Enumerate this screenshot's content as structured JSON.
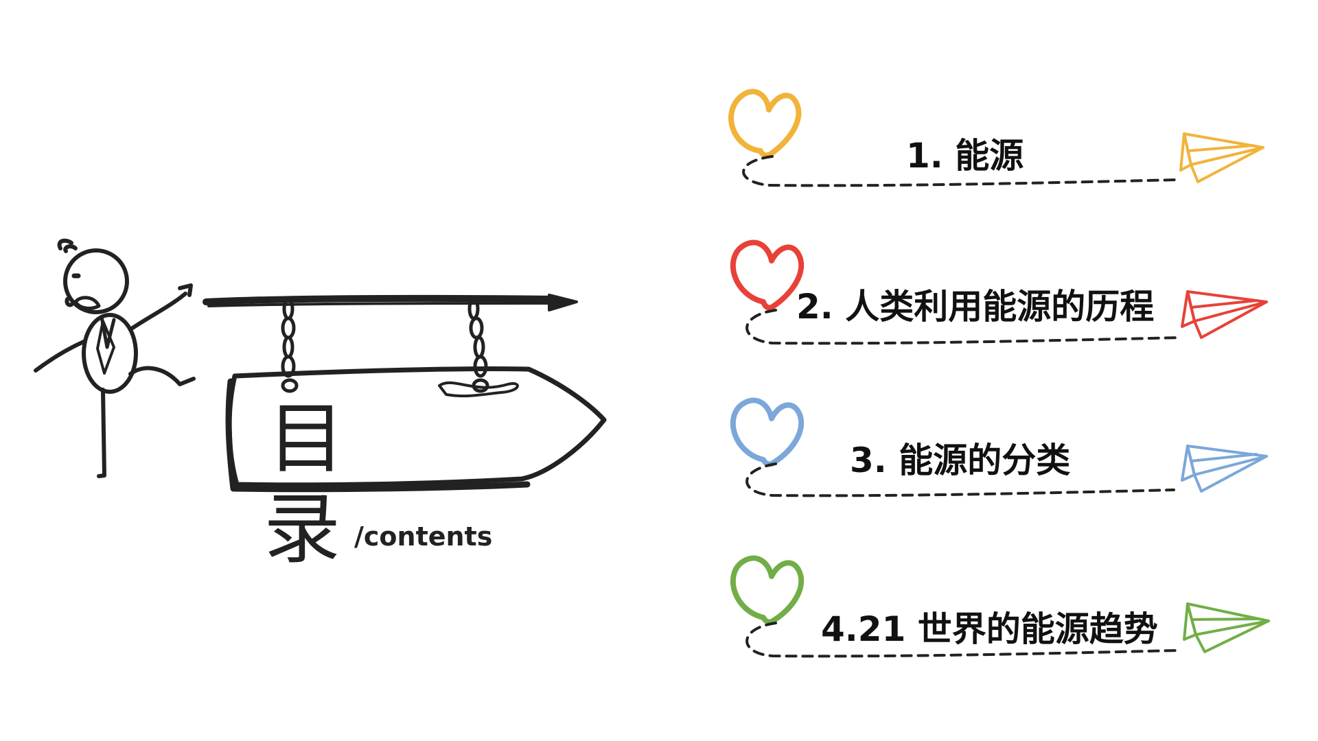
{
  "title": {
    "char1": "目",
    "char2": "录",
    "sub": "/contents"
  },
  "items": [
    {
      "label": "1. 能源",
      "color": "#F2B33A"
    },
    {
      "label": "2. 人类利用能源的历程",
      "color": "#E84138"
    },
    {
      "label": "3. 能源的分类",
      "color": "#7BA7DA"
    },
    {
      "label": "4.21 世界的能源趋势",
      "color": "#72AE47"
    }
  ]
}
